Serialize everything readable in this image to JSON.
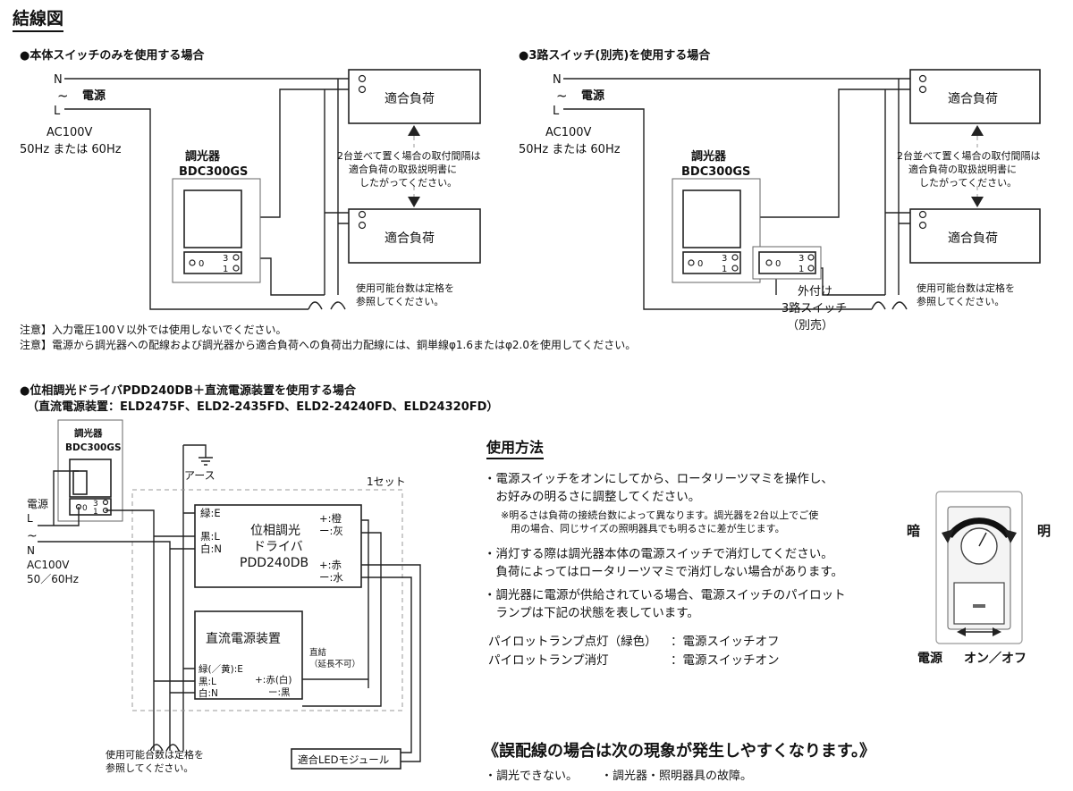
{
  "title": "結線図",
  "case1": {
    "heading": "●本体スイッチのみを使用する場合",
    "n": "N",
    "l": "L",
    "power": "電源",
    "ac1": "AC100V",
    "ac2": "50Hz または 60Hz",
    "dimmer_label": "調光器",
    "dimmer_model": "BDC300GS",
    "t0": "0",
    "t3": "3",
    "t1": "1",
    "load_top": "適合負荷",
    "load_bottom": "適合負荷",
    "spacing_note": [
      "2台並べて置く場合の取付間隔は",
      "適合負荷の取扱説明書に",
      "したがってください。"
    ],
    "count_note": [
      "使用可能台数は定格を",
      "参照してください。"
    ]
  },
  "case2": {
    "heading": "●3路スイッチ(別売)を使用する場合",
    "n": "N",
    "l": "L",
    "power": "電源",
    "ac1": "AC100V",
    "ac2": "50Hz または 60Hz",
    "dimmer_label": "調光器",
    "dimmer_model": "BDC300GS",
    "t0": "0",
    "t3": "3",
    "t1": "1",
    "load_top": "適合負荷",
    "load_bottom": "適合負荷",
    "spacing_note": [
      "2台並べて置く場合の取付間隔は",
      "適合負荷の取扱説明書に",
      "したがってください。"
    ],
    "count_note": [
      "使用可能台数は定格を",
      "参照してください。"
    ],
    "switch_label": [
      "外付け",
      "3路スイッチ",
      "（別売）"
    ]
  },
  "notes": [
    "注意】入力電圧100Ｖ以外では使用しないでください。",
    "注意】電源から調光器への配線および調光器から適合負荷への負荷出力配線には、銅単線φ1.6またはφ2.0を使用してください。"
  ],
  "case3": {
    "heading1": "●位相調光ドライバPDD240DB＋直流電源装置を使用する場合",
    "heading2": "（直流電源装置：ELD2475F、ELD2-2435FD、ELD2-24240FD、ELD24320FD）",
    "dimmer_label": "調光器",
    "dimmer_model": "BDC300GS",
    "t0": "0",
    "t3": "3",
    "t1": "1",
    "power": "電源",
    "l": "L",
    "n": "N",
    "ac1": "AC100V",
    "ac2": "50／60Hz",
    "earth": "アース",
    "set": "1セット",
    "driver_name": [
      "位相調光",
      "ドライバ",
      "PDD240DB"
    ],
    "driver_in": [
      "緑:E",
      "黒:L",
      "白:N"
    ],
    "driver_out": [
      "+:橙",
      "ー:灰",
      "+:赤",
      "ー:水"
    ],
    "psu_name": "直流電源装置",
    "psu_in": [
      "緑(／黄):E",
      "黒:L",
      "白:N"
    ],
    "psu_out": [
      "+:赤(白)",
      "ー:黒"
    ],
    "direct": [
      "直結",
      "（延長不可）"
    ],
    "led": "適合LEDモジュール",
    "count_note": [
      "使用可能台数は定格を",
      "参照してください。"
    ]
  },
  "usage": {
    "title": "使用方法",
    "items": [
      [
        "・電源スイッチをオンにしてから、ロータリーツマミを操作し、",
        "　お好みの明るさに調整してください。"
      ],
      [
        "・消灯する際は調光器本体の電源スイッチで消灯してください。",
        "　負荷によってはロータリーツマミで消灯しない場合があります。"
      ],
      [
        "・調光器に電源が供給されている場合、電源スイッチのパイロット",
        "　ランプは下記の状態を表しています。"
      ]
    ],
    "subnote": [
      "※明るさは負荷の接続台数によって異なります。調光器を2台以上でご使",
      "　用の場合、同じサイズの照明器具でも明るさに差が生じます。"
    ],
    "pilot": [
      {
        "state": "パイロットランプ点灯（緑色）",
        "meaning": "：電源スイッチオフ"
      },
      {
        "state": "パイロットランプ消灯",
        "meaning": "：電源スイッチオン"
      }
    ],
    "dark": "暗",
    "bright": "明",
    "power_label": "電源",
    "onoff": "オン／オフ"
  },
  "miswire": {
    "title": "《誤配線の場合は次の現象が発生しやすくなります。》",
    "items": [
      "・調光できない。",
      "・調光器・照明器具の故障。"
    ]
  }
}
